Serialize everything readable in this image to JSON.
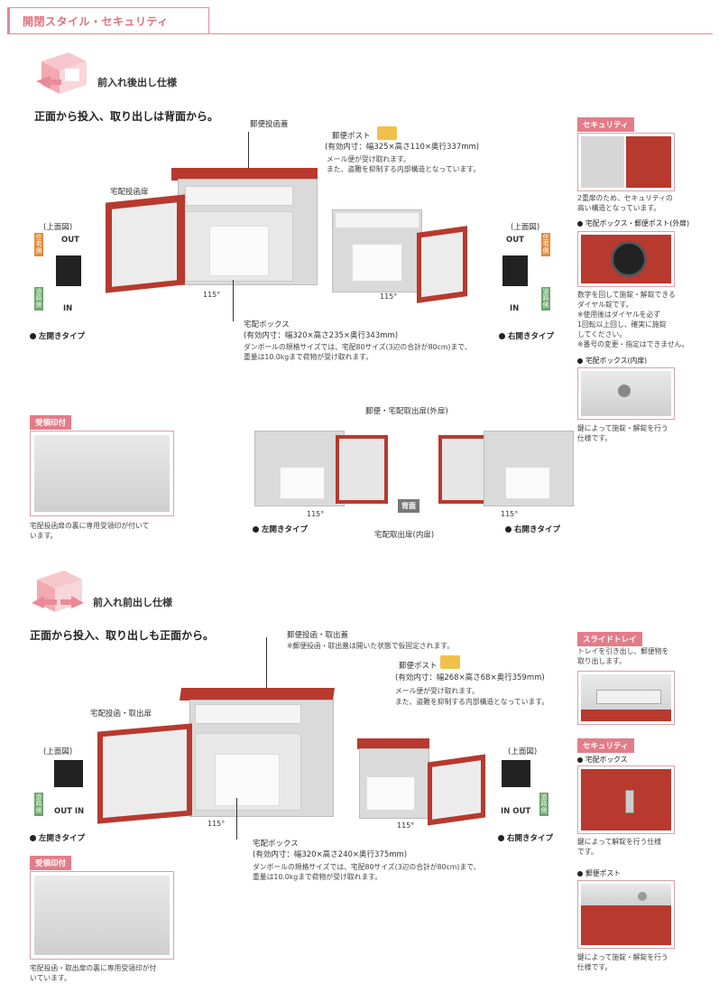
{
  "header": {
    "title": "開閉スタイル・セキュリティ"
  },
  "sec1": {
    "title": "前入れ後出し仕様",
    "subtitle": "正面から投入、取り出しは背面から。",
    "mail_slot_label": "郵便投函蓋",
    "mail_post_label": "郵便ポスト",
    "mail_post_size": "(有効内寸：幅325×高さ110×奥行337mm)",
    "mail_post_desc1": "メール便が受け取れます。",
    "mail_post_desc2": "また、盗難を抑制する内部構造となっています。",
    "delivery_door_label": "宅配投函扉",
    "box_label": "宅配ボックス",
    "box_size": "(有効内寸：幅320×高さ235×奥行343mm)",
    "box_desc1": "ダンボールの規格サイズでは、宅配80サイズ(3辺の合計が80cm)まで、",
    "box_desc2": "重量は10.0kgまで荷物が受け取れます。",
    "angle": "115°",
    "top_view": "(上面図)",
    "out": "OUT",
    "in": "IN",
    "house_side": "住宅側",
    "road_side": "道路側",
    "left_type": "左開きタイプ",
    "right_type": "右開きタイプ",
    "stamp_tag": "受領印付",
    "stamp_desc1": "宅配投函扉の裏に専用受領印が付いて",
    "stamp_desc2": "います。",
    "outer_door_label": "郵便・宅配取出扉(外扉)",
    "inner_door_label": "宅配取出扉(内扉)",
    "back_badge": "背面",
    "security_tag": "セキュリティ",
    "security_desc1": "2重扉のため、セキュリティの",
    "security_desc2": "高い構造となっています。",
    "dial_label": "宅配ボックス・郵便ポスト(外扉)",
    "dial_desc": [
      "数字を回して施錠・解錠できる",
      "ダイヤル錠です。",
      "※使用後はダイヤルを必ず",
      "1回転以上回し、確実に施錠",
      "してください。",
      "※番号の変更・指定はできません。"
    ],
    "inner_lock_label": "宅配ボックス(内扉)",
    "inner_lock_desc1": "鍵によって施錠・解錠を行う",
    "inner_lock_desc2": "仕様です。"
  },
  "sec2": {
    "title": "前入れ前出し仕様",
    "subtitle": "正面から投入、取り出しも正面から。",
    "mail_slot_label": "郵便投函・取出蓋",
    "mail_slot_note": "※郵便投函・取出蓋は開いた状態で仮固定されます。",
    "mail_post_label": "郵便ポスト",
    "mail_post_size": "(有効内寸：幅268×高さ68×奥行359mm)",
    "mail_post_desc1": "メール便が受け取れます。",
    "mail_post_desc2": "また、盗難を抑制する内部構造となっています。",
    "delivery_door_label": "宅配投函・取出扉",
    "box_label": "宅配ボックス",
    "box_size": "(有効内寸：幅320×高さ240×奥行375mm)",
    "box_desc1": "ダンボールの規格サイズでは、宅配80サイズ(3辺の合計が80cm)まで、",
    "box_desc2": "重量は10.0kgまで荷物が受け取れます。",
    "angle": "115°",
    "top_view": "(上面図)",
    "out_in": "OUT IN",
    "in_out": "IN OUT",
    "road_side": "道路側",
    "left_type": "左開きタイプ",
    "right_type": "右開きタイプ",
    "stamp_tag": "受領印付",
    "stamp_desc1": "宅配投函・取出扉の裏に専用受領印が付",
    "stamp_desc2": "いています。",
    "slide_tag": "スライドトレイ",
    "slide_desc1": "トレイを引き出し、郵便物を",
    "slide_desc2": "取り出します。",
    "security_tag": "セキュリティ",
    "box_lock_label": "宅配ボックス",
    "box_lock_desc1": "鍵によって解錠を行う仕様",
    "box_lock_desc2": "です。",
    "post_lock_label": "郵便ポスト",
    "post_lock_desc1": "鍵によって施錠・解錠を行う",
    "post_lock_desc2": "仕様です。"
  },
  "colors": {
    "accent": "#e37c89",
    "red_door": "#b8392e",
    "grey_body": "#d9d9d9"
  }
}
